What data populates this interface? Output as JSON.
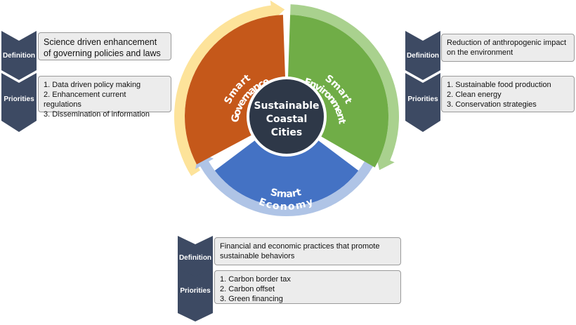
{
  "center": {
    "lines": [
      "Sustainable",
      "Coastal",
      "Cities"
    ]
  },
  "segments": [
    {
      "id": "governance",
      "lines": [
        "Smart",
        "Governance"
      ],
      "color": "#c5581a",
      "arrow_color": "#fde39a"
    },
    {
      "id": "environment",
      "lines": [
        "Smart",
        "Environment"
      ],
      "color": "#70ad47",
      "arrow_color": "#a9d18e"
    },
    {
      "id": "economy",
      "lines": [
        "Smart",
        "Economy"
      ],
      "color": "#4472c4",
      "arrow_color": "#afc4e6"
    }
  ],
  "panels": {
    "governance": {
      "definition_label": "Definition",
      "definition": "Science driven enhancement of governing policies and laws",
      "priorities_label": "Priorities",
      "priorities": [
        "1. Data driven policy making",
        "2. Enhancement current regulations",
        "3. Dissemination of information"
      ]
    },
    "environment": {
      "definition_label": "Definition",
      "definition": "Reduction of anthropogenic impact on the environment",
      "priorities_label": "Priorities",
      "priorities": [
        "1. Sustainable food production",
        "2. Clean energy",
        "3. Conservation strategies"
      ]
    },
    "economy": {
      "definition_label": "Definition",
      "definition": "Financial and economic practices that promote sustainable behaviors",
      "priorities_label": "Priorities",
      "priorities": [
        "1. Carbon border tax",
        "2. Carbon offset",
        "3. Green financing"
      ]
    }
  },
  "colors": {
    "chevron": "#3d4a63",
    "center": "#2e3848"
  }
}
